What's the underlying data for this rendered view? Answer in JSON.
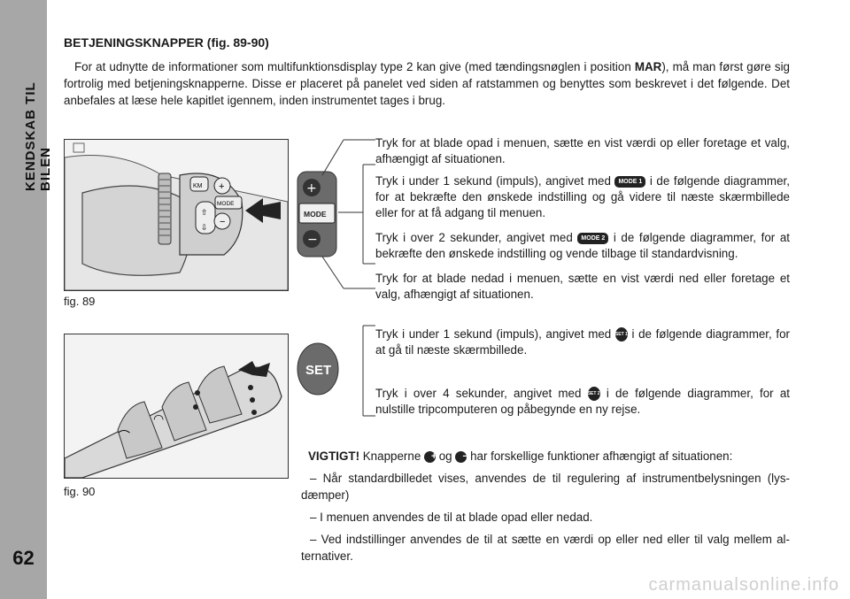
{
  "sidebar": {
    "section_title": "KENDSKAB TIL BILEN",
    "page_number": "62"
  },
  "heading": "BETJENINGSKNAPPER (fig. 89-90)",
  "intro": {
    "before_bold": "For at udnytte de informationer som multifunktionsdisplay type 2 kan give (med tændingsnøglen i position ",
    "bold": "MAR",
    "after_bold": "), må man først gøre sig fortrolig med betjeningsknapperne. Disse er placeret på panelet ved siden af ratstammen og benyttes som beskrevet i det følgende. Det anbefales at læse hele kapitlet igennem, inden instrumentet tages i brug."
  },
  "fig89": {
    "label": "fig. 89",
    "button_km": "KM",
    "button_mode": "MODE",
    "panel_mode": "MODE"
  },
  "fig90": {
    "label": "fig. 90",
    "button_set": "SET"
  },
  "descriptions": {
    "plus": "Tryk for at blade opad i menuen, sætte en vist værdi op eller foretage et valg, afhængigt af situationen.",
    "mode_short_before": "Tryk i under 1 sekund (impuls), angivet med ",
    "mode1_icon": "MODE 1",
    "mode_short_after": " i de følgende diagram­mer, for at bekræfte den ønskede indstilling og gå videre til næste skærm­billede eller for at få adgang til menuen.",
    "mode_long_before": "Tryk i over 2 sekunder, angivet med ",
    "mode2_icon": "MODE 2",
    "mode_long_after": " i de følgende diagrammer, for at bekræfte den ønskede indstilling og vende tilbage til standardvisning.",
    "minus": "Tryk for at blade nedad i menuen, sætte en vist værdi ned eller foretage et valg, afhængigt af situationen.",
    "set_short_before": "Tryk i under 1 sekund (impuls), angivet med ",
    "set1_icon": "SET 1",
    "set_short_after": " i de følgende diagrammer, for at gå til næste skærmbillede.",
    "set_long_before": "Tryk i over 4 sekunder, angivet med ",
    "set2_icon": "SET 2",
    "set_long_after": " i de følgende diagrammer, for at nulstille tripcomputeren og påbegynde en ny rejse."
  },
  "important": {
    "label": "VIGTIGT!",
    "lead_before": " Knapperne ",
    "lead_mid": " og ",
    "lead_after": " har forskellige funktioner afhængigt af situationen:",
    "items": [
      "– Når standardbilledet vises, anvendes de til regulering af instrumentbelysningen (lys­dæmper)",
      "– I menuen anvendes de til at blade opad eller nedad.",
      "– Ved indstillinger anvendes de til at sætte en værdi op eller ned eller til valg mellem al­ternativer."
    ]
  },
  "watermark": "carmanualsonline.info"
}
